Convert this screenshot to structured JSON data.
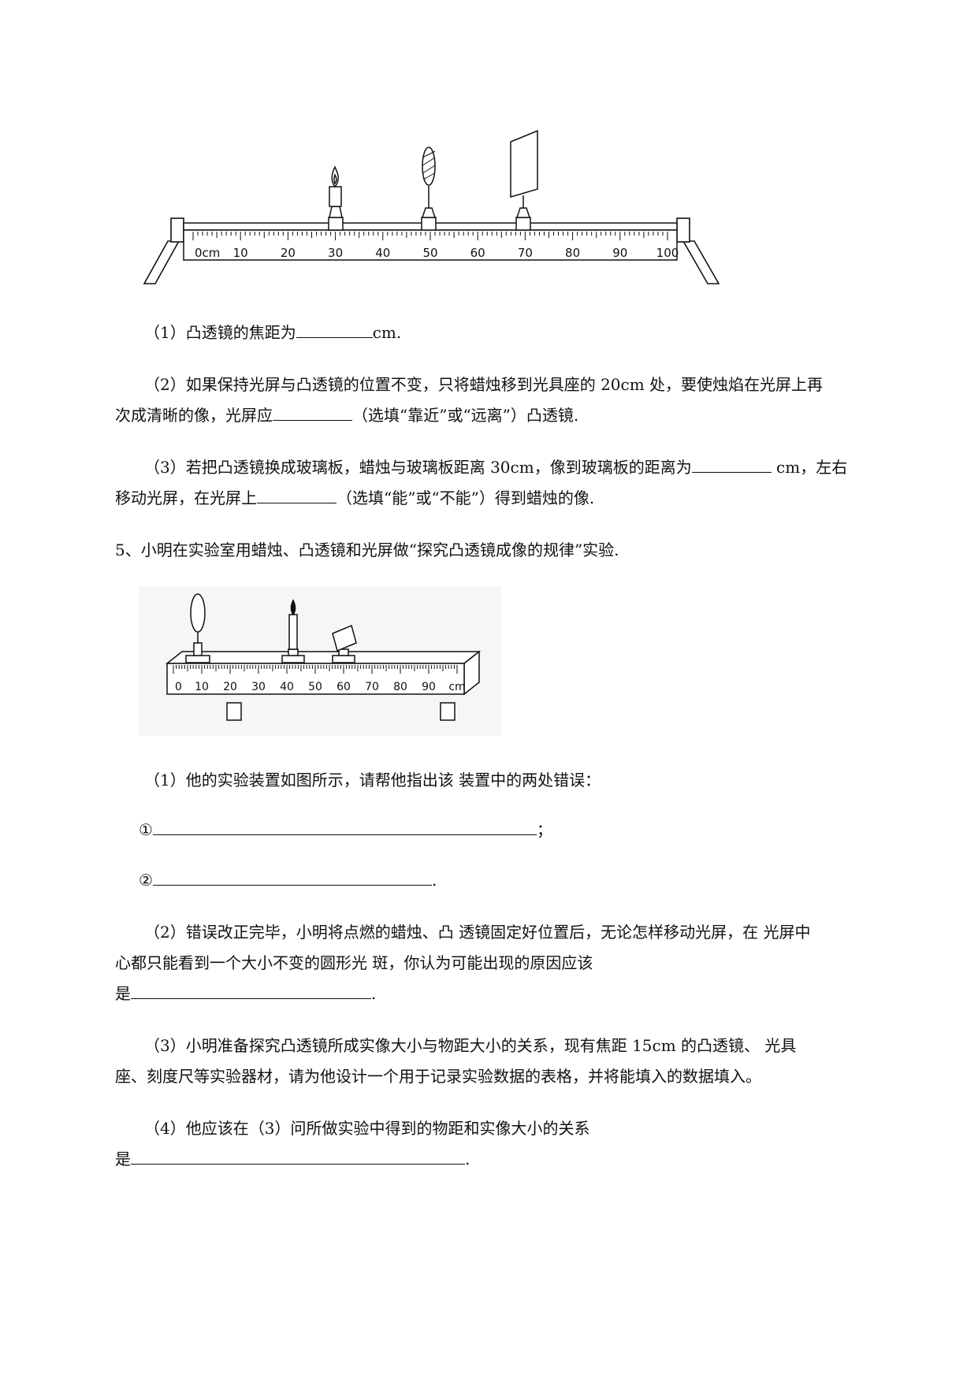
{
  "figure1": {
    "ruler_labels": [
      "0cm",
      "10",
      "20",
      "30",
      "40",
      "50",
      "60",
      "70",
      "80",
      "90",
      "100"
    ]
  },
  "q4": {
    "p1": {
      "before": "（1）凸透镜的焦距为",
      "after": "cm."
    },
    "p2": {
      "l1": "（2）如果保持光屏与凸透镜的位置不变，只将蜡烛移到光具座的 20cm 处，要使烛焰在光屏上再",
      "l2_before": "次成清晰的像，光屏应",
      "l2_after": "（选填“靠近”或“远离”）凸透镜."
    },
    "p3": {
      "l1_before": "（3）若把凸透镜换成玻璃板，蜡烛与玻璃板距离 30cm，像到玻璃板的距离为",
      "l1_after": " cm，左右",
      "l2_before": "移动光屏，在光屏上",
      "l2_after": "（选填“能”或“不能”）得到蜡烛的像."
    }
  },
  "q5": {
    "title": "5、小明在实验室用蜡烛、凸透镜和光屏做“探究凸透镜成像的规律”实验.",
    "figure2": {
      "ruler_labels": [
        "0",
        "10",
        "20",
        "30",
        "40",
        "50",
        "60",
        "70",
        "80",
        "90",
        "cm"
      ]
    },
    "p1": {
      "text": "（1）他的实验装置如图所示，请帮他指出该 装置中的两处错误：",
      "a_prefix": "①",
      "a_suffix": "；",
      "b_prefix": "②",
      "b_suffix": "."
    },
    "p2": {
      "l1": "（2）错误改正完毕，小明将点燃的蜡烛、凸 透镜固定好位置后，无论怎样移动光屏，在 光屏中",
      "l2": "心都只能看到一个大小不变的圆形光 斑，你认为可能出现的原因应该",
      "l3_before": "是",
      "l3_after": "."
    },
    "p3": {
      "l1": "（3）小明准备探究凸透镜所成实像大小与物距大小的关系，现有焦距  15cm  的凸透镜、  光具",
      "l2": "座、刻度尺等实验器材，请为他设计一个用于记录实验数据的表格，并将能填入的数据填入。"
    },
    "p4": {
      "l1": "（4）他应该在（3）问所做实验中得到的物距和实像大小的关系",
      "l2_before": "是",
      "l2_after": "."
    }
  }
}
